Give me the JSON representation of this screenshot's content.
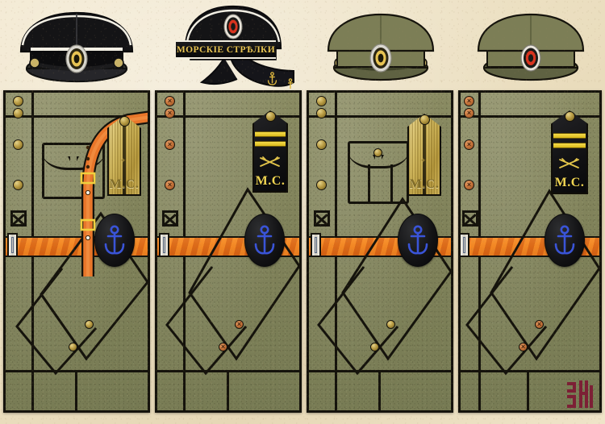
{
  "plate": {
    "title": "Морскіе стрѣлки",
    "background_color": "#ece0c4",
    "cloth_color": "#81835b",
    "outline_color": "#15130c",
    "belt_color": "#e2751f",
    "gold_color": "#d2b95f",
    "anchor_color": "#3a54d8"
  },
  "figures": [
    {
      "id": "officer-dress",
      "cap": {
        "type": "peaked-cap",
        "name": "officer-black-peaked-cap",
        "crown_color": "#141414",
        "band_color": "#0d0d0d",
        "piping_color": "#f2efe4",
        "visor_color": "#2a2a2a",
        "cockade": "officer-cockade",
        "cockade_colors": [
          "#d8d8d4",
          "#e8c453",
          "#14140c"
        ],
        "chin_strap": "black-leather",
        "side_buttons": 2
      },
      "tunic": {
        "button_style": "brass",
        "button_count": 4,
        "cuff_patch": "x-patch",
        "pocket": "none-visible",
        "sash": "orange-shoulder-belt",
        "waist_belt": true,
        "buckle": "silver-rectangular",
        "anchor_patch": true
      },
      "epaulette": {
        "style": "gold-woven",
        "cipher": "М.С.",
        "stripes": 0,
        "center_stripe": true,
        "star": true,
        "rifles": false
      }
    },
    {
      "id": "sailor-rating",
      "cap": {
        "type": "sailor-cap",
        "name": "sailor-flat-cap",
        "crown_color": "#141414",
        "band_color": "#0d0d0d",
        "piping_color": "#f2efe4",
        "cockade": "enlisted-cockade",
        "cockade_colors": [
          "#e8e4da",
          "#d8341f",
          "#14140c"
        ],
        "ribbon_text": "МОРСКІЕ СТРѢЛКИ",
        "ribbon_bg": "#0d0d0d",
        "ribbon_fg": "#e8c453",
        "streamer_anchors": 2
      },
      "tunic": {
        "button_style": "leather",
        "button_count": 4,
        "cuff_patch": "x-patch",
        "pocket": "none-visible",
        "sash": "none",
        "waist_belt": true,
        "buckle": "silver-rectangular",
        "anchor_patch": true,
        "skirt_buttons": "leather"
      },
      "epaulette": {
        "style": "black-cloth",
        "cipher": "М.С.",
        "stripes": 2,
        "center_stripe": false,
        "star": false,
        "rifles": true
      }
    },
    {
      "id": "officer-field",
      "cap": {
        "type": "peaked-cap",
        "name": "officer-khaki-peaked-cap",
        "crown_color": "#7c7e56",
        "band_color": "#73754f",
        "piping_color": "#15130c",
        "visor_color": "#5f6242",
        "cockade": "officer-cockade",
        "cockade_colors": [
          "#d8d8d4",
          "#e8c453",
          "#14140c"
        ],
        "chin_strap": "khaki-leather",
        "side_buttons": 2
      },
      "tunic": {
        "button_style": "brass",
        "button_count": 4,
        "cuff_patch": "x-patch",
        "pocket": "breast-pocket-with-flap",
        "sash": "none",
        "waist_belt": true,
        "buckle": "silver-rectangular",
        "anchor_patch": true
      },
      "epaulette": {
        "style": "gold-woven",
        "cipher": "М.С.",
        "stripes": 0,
        "center_stripe": true,
        "star": true,
        "rifles": false
      }
    },
    {
      "id": "enlisted-field",
      "cap": {
        "type": "peaked-cap",
        "name": "enlisted-khaki-peaked-cap",
        "crown_color": "#7c7e56",
        "band_color": "#73754f",
        "piping_color": "#15130c",
        "visor_color": "#5f6242",
        "cockade": "enlisted-cockade",
        "cockade_colors": [
          "#e8e4da",
          "#d8341f",
          "#14140c"
        ],
        "chin_strap": "none",
        "side_buttons": 0
      },
      "tunic": {
        "button_style": "leather",
        "button_count": 4,
        "cuff_patch": "x-patch",
        "pocket": "none-visible",
        "sash": "none",
        "waist_belt": true,
        "buckle": "silver-rectangular",
        "anchor_patch": true,
        "skirt_buttons": "leather"
      },
      "epaulette": {
        "style": "black-cloth",
        "cipher": "М.С.",
        "stripes": 2,
        "center_stripe": false,
        "star": false,
        "rifles": true
      }
    }
  ],
  "signature": {
    "name": "artist-monogram",
    "color": "#7c2035",
    "glyphs": "ЭЖ"
  }
}
